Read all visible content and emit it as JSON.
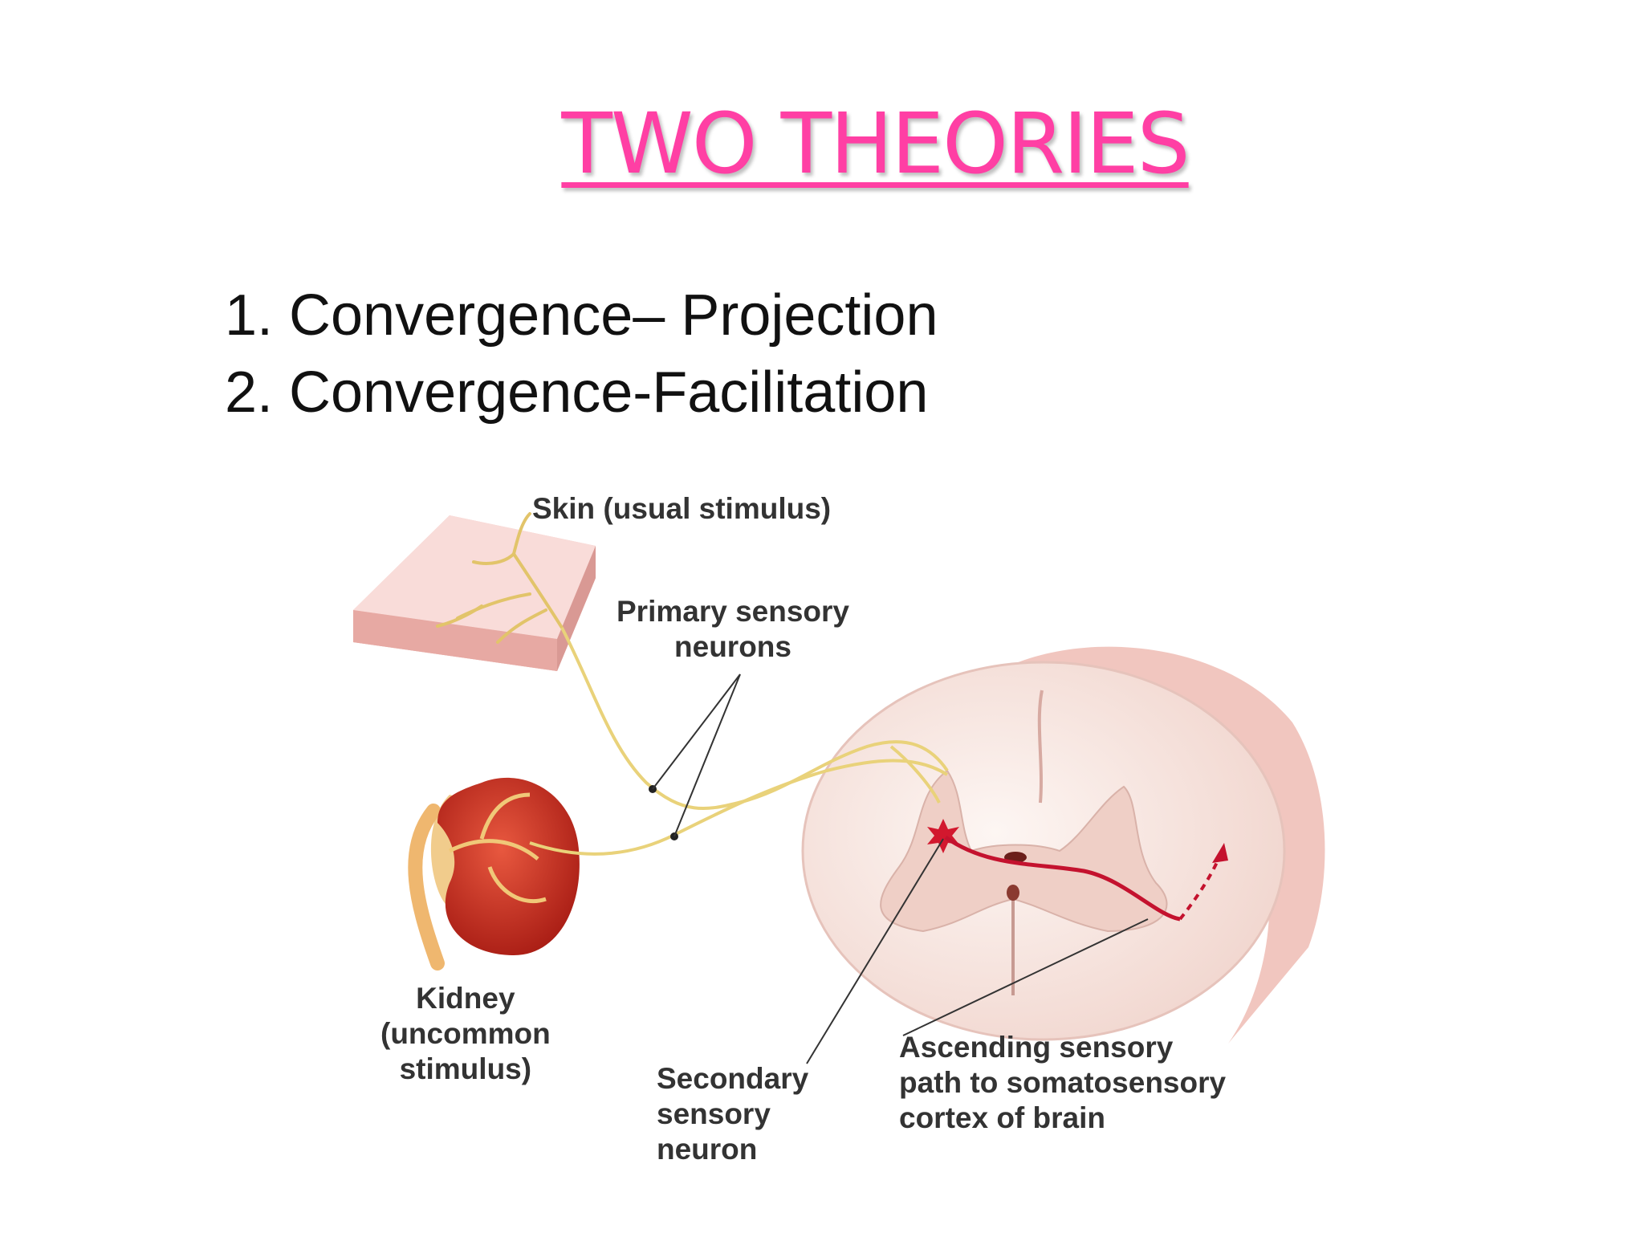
{
  "slide": {
    "title": "TWO THEORIES",
    "theories": [
      {
        "number": "1.",
        "text": "Convergence– Projection"
      },
      {
        "number": "2.",
        "text": "Convergence-Facilitation"
      }
    ]
  },
  "diagram": {
    "labels": {
      "skin": "Skin (usual stimulus)",
      "primary": "Primary sensory\nneurons",
      "kidney": "Kidney\n(uncommon\nstimulus)",
      "secondary": "Secondary\nsensory\nneuron",
      "ascending": "Ascending sensory\npath to somatosensory\ncortex of brain"
    },
    "colors": {
      "title": "#ff3fa4",
      "nerve": "#e9d27a",
      "pathway": "#c4122e",
      "kidney": "#c8291f",
      "skin": "#f6d3d0"
    }
  }
}
